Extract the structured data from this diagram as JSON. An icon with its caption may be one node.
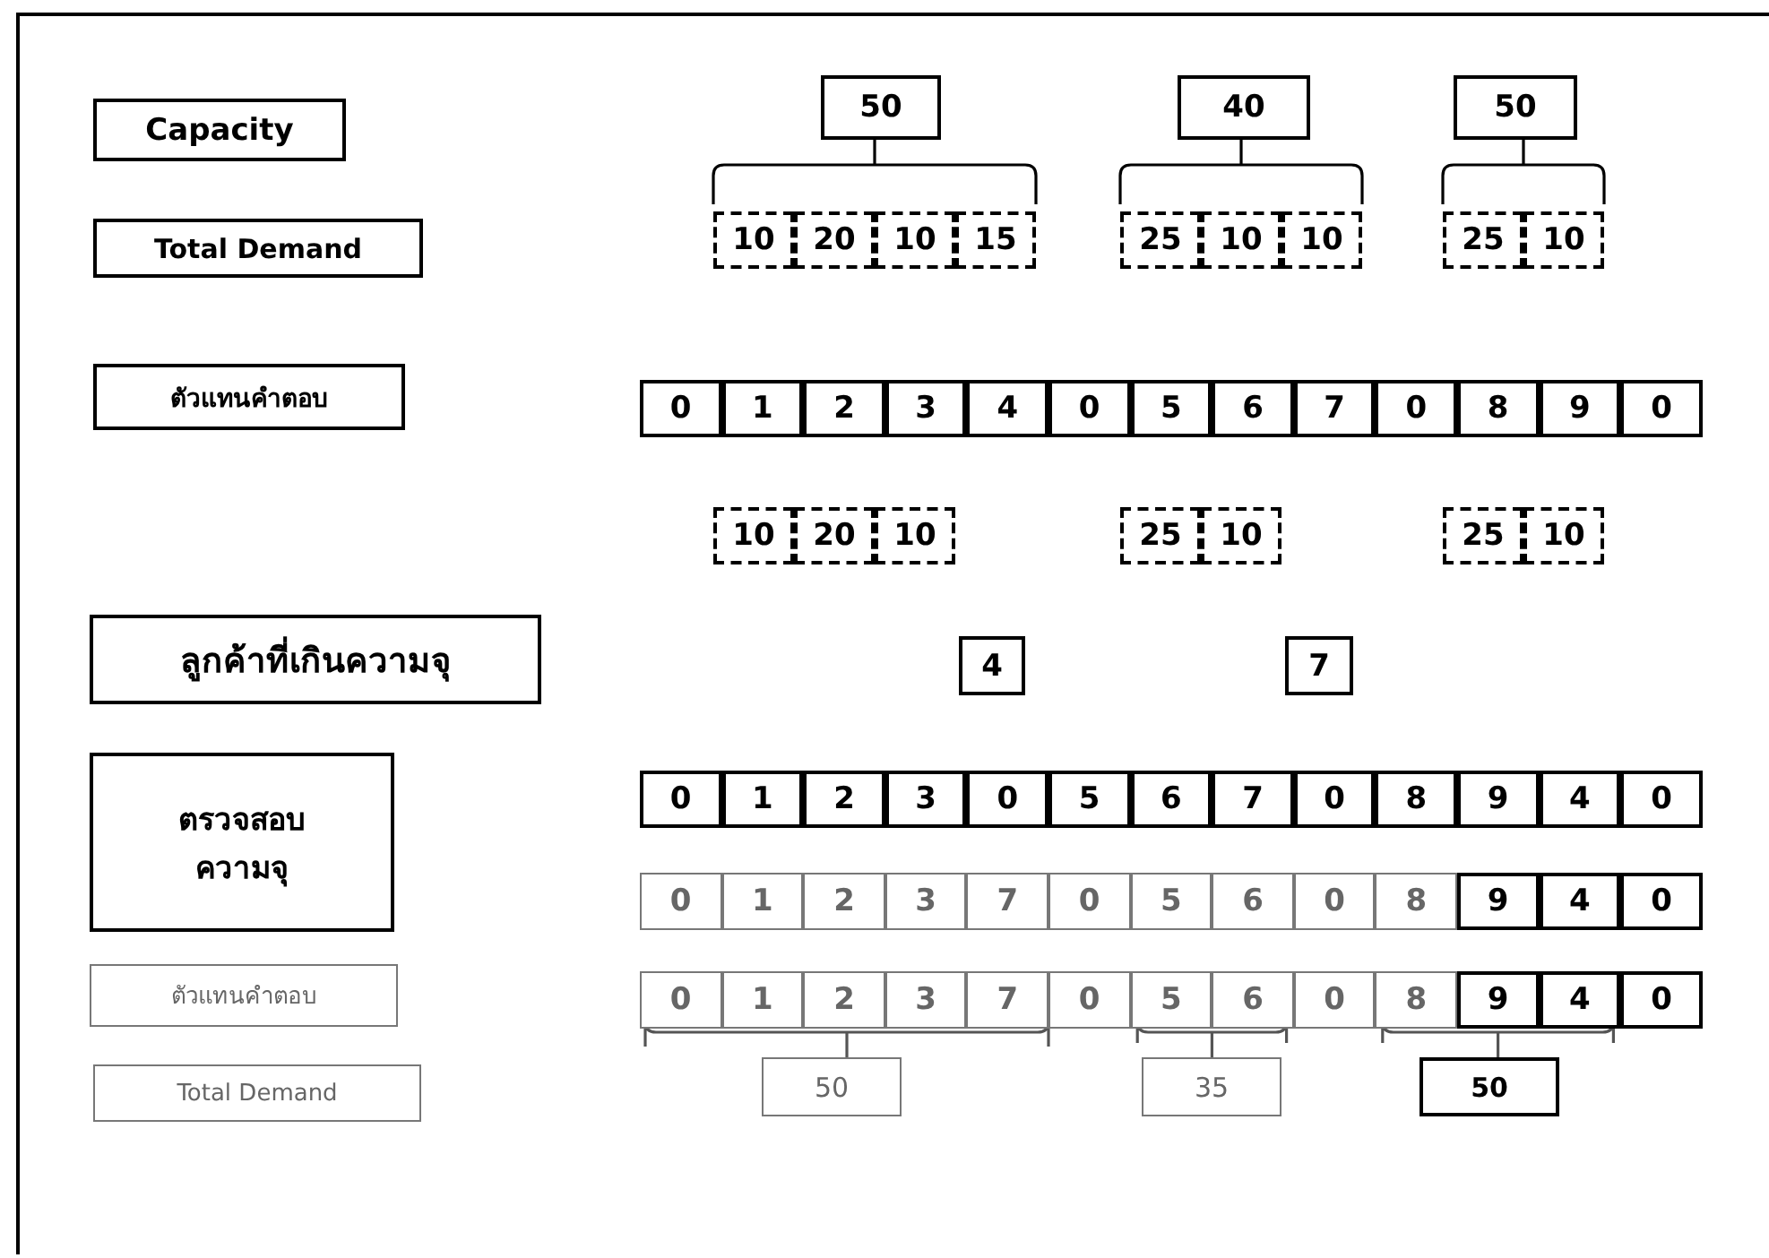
{
  "diagram": {
    "nodes": [
      {
        "text": [
          "Capacity"
        ]
      },
      {
        "text": [
          "Total Demand"
        ]
      },
      {
        "text": [
          "ตัวแทนคำตอบ"
        ]
      },
      {
        "text": [
          "ลูกค้าที่เกินความจุ"
        ]
      },
      {
        "text": [
          "ตรวจสอบความจุ"
        ]
      },
      {
        "text": [
          "ตัวแทนคำตอบ"
        ]
      },
      {
        "text": [
          "Total Demand"
        ]
      },
      {
        "text": [
          "50"
        ]
      },
      {
        "text": [
          "40"
        ]
      },
      {
        "text": [
          "50"
        ]
      },
      {
        "text": [
          "10"
        ]
      },
      {
        "text": [
          "20"
        ]
      },
      {
        "text": [
          "10"
        ]
      },
      {
        "text": [
          "15"
        ]
      },
      {
        "text": [
          "25"
        ]
      },
      {
        "text": [
          "10"
        ]
      },
      {
        "text": [
          "10"
        ]
      },
      {
        "text": [
          "25"
        ]
      },
      {
        "text": [
          "10"
        ]
      },
      {
        "text": [
          "0"
        ]
      },
      {
        "text": [
          "1"
        ]
      },
      {
        "text": [
          "2"
        ]
      },
      {
        "text": [
          "3"
        ]
      },
      {
        "text": [
          "4"
        ]
      },
      {
        "text": [
          "0"
        ]
      },
      {
        "text": [
          "5"
        ]
      },
      {
        "text": [
          "6"
        ]
      },
      {
        "text": [
          "7"
        ]
      },
      {
        "text": [
          "0"
        ]
      },
      {
        "text": [
          "8"
        ]
      },
      {
        "text": [
          "9"
        ]
      },
      {
        "text": [
          "0"
        ]
      },
      {
        "text": [
          "10"
        ]
      },
      {
        "text": [
          "20"
        ]
      },
      {
        "text": [
          "10"
        ]
      },
      {
        "text": [
          "25"
        ]
      },
      {
        "text": [
          "10"
        ]
      },
      {
        "text": [
          "25"
        ]
      },
      {
        "text": [
          "10"
        ]
      },
      {
        "text": [
          "4"
        ]
      },
      {
        "text": [
          "7"
        ]
      },
      {
        "text": [
          "0"
        ]
      },
      {
        "text": [
          "1"
        ]
      },
      {
        "text": [
          "2"
        ]
      },
      {
        "text": [
          "3"
        ]
      },
      {
        "text": [
          "0"
        ]
      },
      {
        "text": [
          "5"
        ]
      },
      {
        "text": [
          "6"
        ]
      },
      {
        "text": [
          "7"
        ]
      },
      {
        "text": [
          "0"
        ]
      },
      {
        "text": [
          "8"
        ]
      },
      {
        "text": [
          "9"
        ]
      },
      {
        "text": [
          "4"
        ]
      },
      {
        "text": [
          "0"
        ]
      },
      {
        "text": [
          "0"
        ]
      },
      {
        "text": [
          "1"
        ]
      },
      {
        "text": [
          "2"
        ]
      },
      {
        "text": [
          "3"
        ]
      },
      {
        "text": [
          "7"
        ]
      },
      {
        "text": [
          "0"
        ]
      },
      {
        "text": [
          "5"
        ]
      },
      {
        "text": [
          "6"
        ]
      },
      {
        "text": [
          "0"
        ]
      },
      {
        "text": [
          "8"
        ]
      },
      {
        "text": [
          "9"
        ]
      },
      {
        "text": [
          "4"
        ]
      },
      {
        "text": [
          "0"
        ]
      },
      {
        "text": [
          "0"
        ]
      },
      {
        "text": [
          "1"
        ]
      },
      {
        "text": [
          "2"
        ]
      },
      {
        "text": [
          "3"
        ]
      },
      {
        "text": [
          "7"
        ]
      },
      {
        "text": [
          "0"
        ]
      },
      {
        "text": [
          "5"
        ]
      },
      {
        "text": [
          "6"
        ]
      },
      {
        "text": [
          "0"
        ]
      },
      {
        "text": [
          "8"
        ]
      },
      {
        "text": [
          "9"
        ]
      },
      {
        "text": [
          "4"
        ]
      },
      {
        "text": [
          "0"
        ]
      },
      {
        "text": [
          "50"
        ]
      },
      {
        "text": [
          "35"
        ]
      },
      {
        "text": [
          "50"
        ]
      }
    ]
  }
}
